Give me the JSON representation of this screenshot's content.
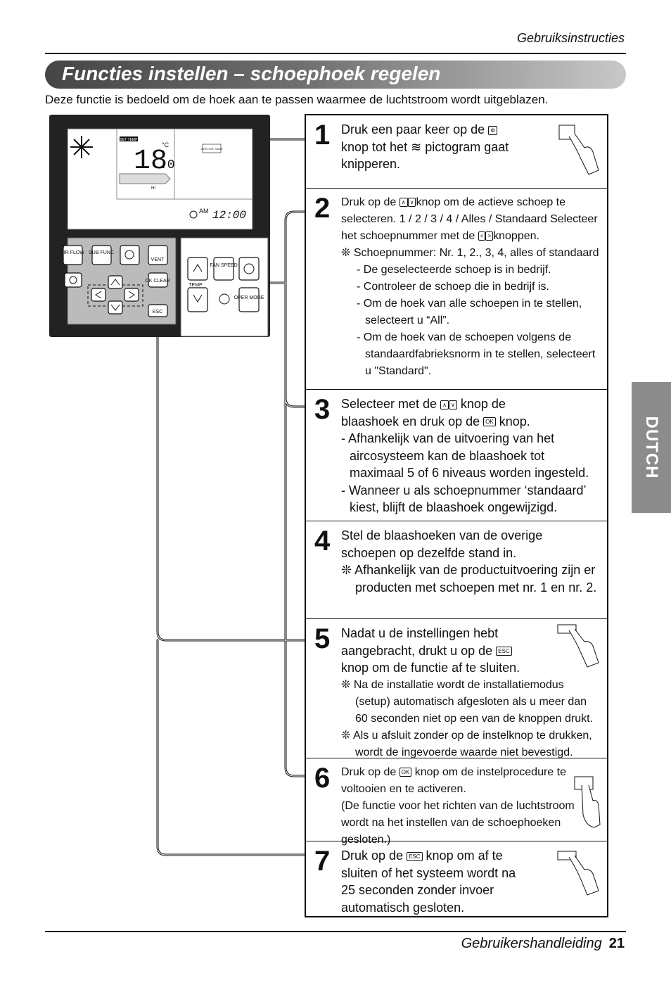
{
  "header": {
    "section": "Gebruiksinstructies"
  },
  "page_title": "Functies instellen – schoephoek regelen",
  "intro": "Deze functie is bedoeld om de hoek aan te passen waarmee de luchtstroom wordt uitgeblazen.",
  "language_tab": "DUTCH",
  "remote": {
    "display": {
      "set_temp_label": "SET TEMP",
      "temp": "18",
      "temp_decimal": ".0",
      "unit": "°C",
      "vane_label": "VER.HOR. VANE",
      "fan_label": "HI",
      "clock": "12:00",
      "am": "AM"
    },
    "buttons": {
      "air_flow": "AIR FLOW",
      "sub_func": "SUB FUNC",
      "vent": "VENT",
      "ok_clear": "OK CLEAR",
      "esc": "ESC",
      "fan_speed": "FAN SPEED",
      "oper_mode": "OPER MODE",
      "temp": "TEMP"
    }
  },
  "steps": [
    {
      "num": "1",
      "lines": [
        "Druk een paar keer op de",
        "knop tot het",
        "pictogram gaat",
        "knipperen."
      ]
    },
    {
      "num": "2",
      "lines": [
        "Druk op de",
        "knop om de actieve schoep te",
        "selecteren. 1 / 2 / 3 / 4 / Alles / Standaard Selecteer",
        "het schoepnummer met de",
        "knoppen.",
        "❊ Schoepnummer: Nr. 1, 2., 3, 4, alles of standaard",
        "- De geselecteerde schoep is in bedrijf.",
        "- Controleer de schoep die in bedrijf is.",
        "- Om de hoek van alle schoepen in te stellen, selecteert u “All”.",
        "- Om de hoek van de schoepen volgens de standaardfabrieksnorm in te stellen, selecteert u \"Standard\"."
      ]
    },
    {
      "num": "3",
      "lines": [
        "Selecteer met de",
        "knop de",
        "blaashoek en druk op de",
        "knop.",
        "- Afhankelijk van de uitvoering van het aircosysteem kan de blaashoek tot maximaal 5 of 6 niveaus worden ingesteld.",
        "- Wanneer u als schoepnummer ‘standaard’ kiest, blijft de blaashoek ongewijzigd."
      ]
    },
    {
      "num": "4",
      "lines": [
        "Stel de blaashoeken van de overige",
        "schoepen op dezelfde stand in.",
        "❊ Afhankelijk van de productuitvoering zijn er producten met schoepen met nr. 1 en nr. 2."
      ]
    },
    {
      "num": "5",
      "lines": [
        "Nadat u de instellingen hebt",
        "aangebracht, drukt u op de",
        "knop om de functie af te sluiten.",
        "❊ Na de installatie wordt de installatiemodus (setup) automatisch afgesloten als u meer dan 60 seconden niet op een van de knoppen drukt.",
        "❊ Als u afsluit zonder op de instelknop te drukken, wordt de ingevoerde waarde niet bevestigd."
      ]
    },
    {
      "num": "6",
      "lines": [
        "Druk op de",
        "knop om de instelprocedure te",
        "voltooien en te activeren.",
        "(De functie voor het richten van de luchtstroom",
        "wordt na het instellen van de schoephoeken gesloten.)"
      ]
    },
    {
      "num": "7",
      "lines": [
        "Druk op de",
        "knop om af te",
        "sluiten of het systeem wordt na",
        "25 seconden zonder invoer",
        "automatisch gesloten."
      ]
    }
  ],
  "footer": {
    "label": "Gebruikershandleiding",
    "page": "21"
  }
}
